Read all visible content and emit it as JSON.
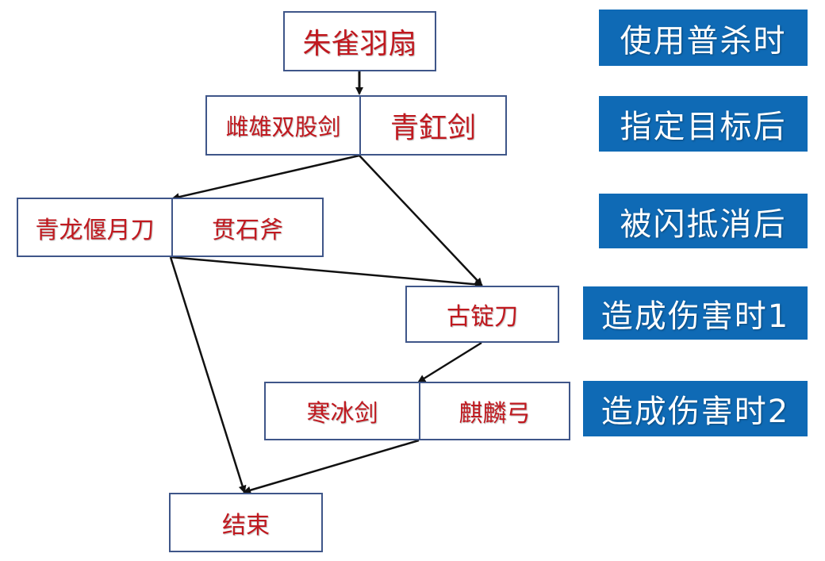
{
  "nodes": {
    "zhuque": "朱雀羽扇",
    "cixiong": "雌雄双股剑",
    "qinggang": "青釭剑",
    "qinglong": "青龙偃月刀",
    "guanshi": "贯石斧",
    "guding": "古锭刀",
    "hanbing": "寒冰剑",
    "qilin": "麒麟弓",
    "end": "结束"
  },
  "stages": {
    "use_sha": "使用普杀时",
    "after_target": "指定目标后",
    "after_dodge": "被闪抵消后",
    "on_damage_1": "造成伤害时1",
    "on_damage_2": "造成伤害时2"
  },
  "colors": {
    "node_border": "#3f5689",
    "node_text": "#c0191f",
    "stage_bg": "#0f6ab5",
    "stage_text": "#ffffff",
    "arrow": "#111111"
  }
}
